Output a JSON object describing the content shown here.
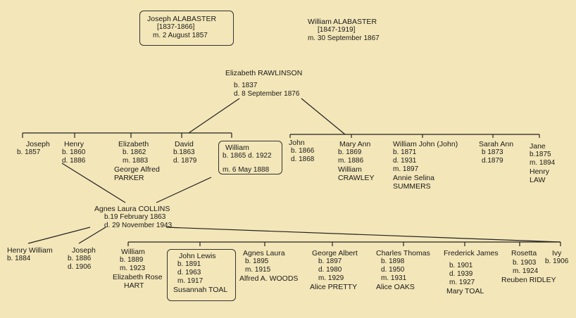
{
  "people": {
    "joseph_alabaster": {
      "name": "Joseph ALABASTER",
      "dates": "[1837-1866]",
      "marriage": "m. 2 August 1857"
    },
    "william_alabaster": {
      "name": "William ALABASTER",
      "dates": "[1847-1919]",
      "marriage": "m. 30 September 1867"
    },
    "elizabeth_rawlinson": {
      "name": "Elizabeth RAWLINSON",
      "born": "b. 1837",
      "died": "d. 8 September 1876"
    },
    "joseph_1857": {
      "name": "Joseph",
      "born": "b. 1857"
    },
    "henry_1860": {
      "name": "Henry",
      "born": "b. 1860",
      "died": "d. 1886"
    },
    "elizabeth_1862": {
      "name": "Elizabeth",
      "born": "b. 1862",
      "marriage": "m. 1883",
      "spouse1": "George Alfred",
      "spouse2": "PARKER"
    },
    "david_1863": {
      "name": "David",
      "born": "b.1863",
      "died": "d. 1879"
    },
    "william_1865": {
      "name": "William",
      "dates": "b. 1865 d. 1922",
      "marriage": "m. 6 May 1888"
    },
    "john_1866": {
      "name": "John",
      "born": "b. 1866",
      "died": "d. 1868"
    },
    "mary_ann_1869": {
      "name": "Mary Ann",
      "born": "b. 1869",
      "marriage": "m. 1886",
      "spouse1": "William",
      "spouse2": "CRAWLEY"
    },
    "william_john_1871": {
      "name": "William John (John)",
      "born": "b. 1871",
      "died": "d. 1931",
      "marriage": "m. 1897",
      "spouse1": "Annie Selina",
      "spouse2": "SUMMERS"
    },
    "sarah_ann_1873": {
      "name": "Sarah Ann",
      "born": "b 1873",
      "died": "d.1879"
    },
    "jane_1875": {
      "name": "Jane",
      "born": "b.1875",
      "marriage": "m. 1894",
      "spouse1": "Henry",
      "spouse2": "LAW"
    },
    "agnes_laura_collins": {
      "name": "Agnes Laura COLLINS",
      "born": "b.19 February 1863",
      "died": "d. 29 November 1943"
    },
    "henry_william_1884": {
      "name": "Henry William",
      "born": "b. 1884"
    },
    "joseph_1886": {
      "name": "Joseph",
      "born": "b. 1886",
      "died": "d. 1906"
    },
    "william_1889": {
      "name": "William",
      "born": "b. 1889",
      "marriage": "m. 1923",
      "spouse1": "Elizabeth Rose",
      "spouse2": "HART"
    },
    "john_lewis_1891": {
      "name": "John Lewis",
      "born": "b. 1891",
      "died": "d. 1963",
      "marriage": "m. 1917",
      "spouse1": "Susannah TOAL"
    },
    "agnes_laura_1895": {
      "name": "Agnes Laura",
      "born": "b. 1895",
      "marriage": "m. 1915",
      "spouse1": "Alfred A. WOODS"
    },
    "george_albert_1897": {
      "name": "George Albert",
      "born": "b. 1897",
      "died": "d. 1980",
      "marriage": "m. 1929",
      "spouse1": "Alice PRETTY"
    },
    "charles_thomas_1898": {
      "name": "Charles Thomas",
      "born": "b. 1898",
      "died": "d. 1950",
      "marriage": "m. 1931",
      "spouse1": "Alice OAKS"
    },
    "frederick_james_1901": {
      "name": "Frederick James",
      "born": "b. 1901",
      "died": "d. 1939",
      "marriage": "m. 1927",
      "spouse1": "Mary TOAL"
    },
    "rosetta_1903": {
      "name": "Rosetta",
      "born": "b. 1903",
      "marriage": "m. 1924",
      "spouse1": "Reuben RIDLEY"
    },
    "ivy_1906": {
      "name": "Ivy",
      "born": "b. 1906"
    }
  }
}
